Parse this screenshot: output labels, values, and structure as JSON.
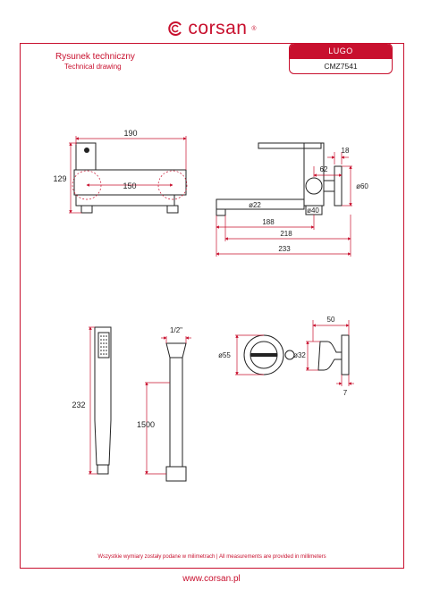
{
  "brand": {
    "name": "corsan",
    "reg": "®",
    "url": "www.corsan.pl"
  },
  "header": {
    "title_pl": "Rysunek techniczny",
    "title_en": "Technical drawing"
  },
  "product": {
    "name": "LUGO",
    "code": "CMZ7541"
  },
  "dimensions": {
    "faucet_front_width": "190",
    "faucet_front_height": "129",
    "faucet_front_spacing": "150",
    "side_18": "18",
    "side_62": "62",
    "side_dia60": "ø60",
    "side_dia22": "ø22",
    "side_dia40": "ø40",
    "side_188": "188",
    "side_218": "218",
    "side_233": "233",
    "handshower_length": "232",
    "hose_thread": "1/2\"",
    "hose_length": "1500",
    "holder_dia55": "ø55",
    "holder_50": "50",
    "holder_dia32": "ø32",
    "holder_7": "7"
  },
  "footer": {
    "note": "Wszystkie wymiary zostały podane w milimetrach  |  All measurements are provided in millimeters"
  },
  "colors": {
    "accent": "#c8102e",
    "line": "#222222"
  }
}
